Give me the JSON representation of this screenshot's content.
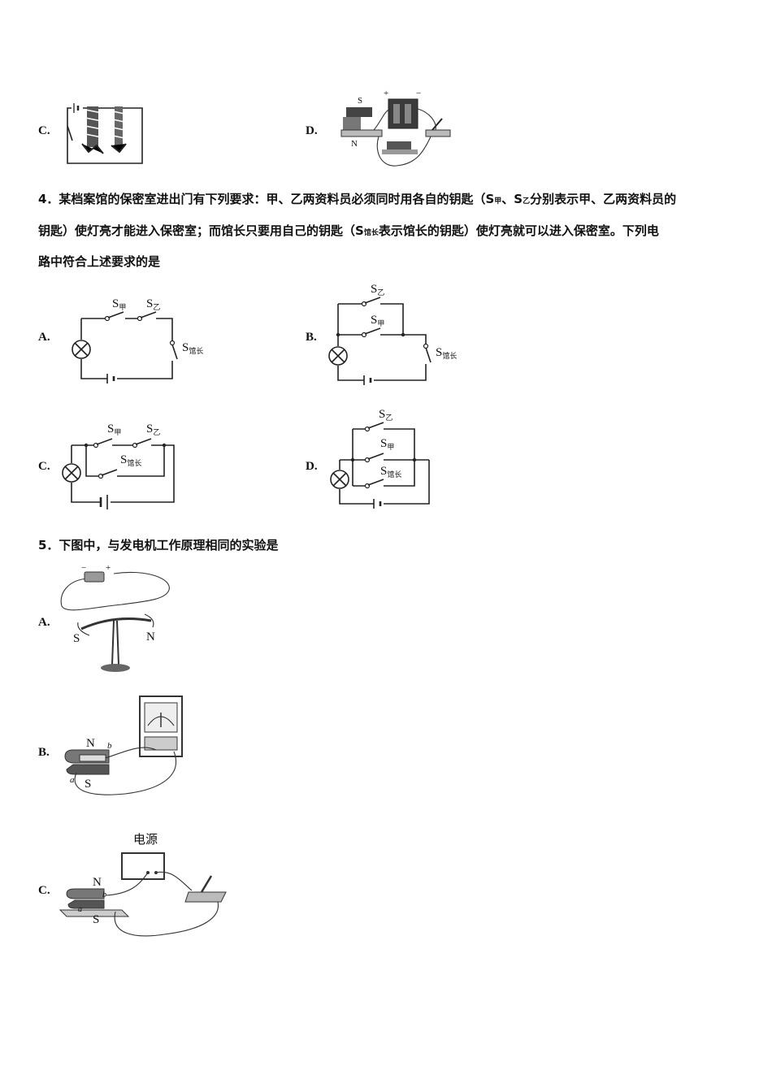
{
  "q3_options": {
    "c": "C.",
    "d": "D."
  },
  "q4": {
    "line1": "4．某档案馆的保密室进出门有下列要求：甲、乙两资料员必须同时用各自的钥匙（S",
    "sub_jia": "甲",
    "sep": "、S",
    "sub_yi": "乙",
    "line1_end": "分别表示甲、乙两资料员的",
    "line2_a": "钥匙）使灯亮才能进入保密室；而馆长只要用自己的钥匙（S",
    "sub_guan": "馆长",
    "line2_b": "表示馆长的钥匙）使灯亮就可以进入保密室。下列电",
    "line3": "路中符合上述要求的是",
    "options": {
      "a": "A.",
      "b": "B.",
      "c": "C.",
      "d": "D."
    },
    "switch_symbol": "S",
    "switch_subs": {
      "jia": "甲",
      "yi": "乙",
      "guanzhang": "馆长"
    }
  },
  "q5": {
    "question": "5．下图中，与发电机工作原理相同的实验是",
    "options": {
      "a": "A.",
      "b": "B.",
      "c": "C."
    },
    "fig_a": {
      "minus": "−",
      "plus": "+",
      "s": "S",
      "n": "N"
    },
    "fig_b": {
      "n": "N",
      "s": "S",
      "a": "a",
      "b": "b"
    },
    "fig_c": {
      "power": "电源",
      "n": "N",
      "s": "S",
      "a": "a",
      "b": "b"
    }
  },
  "q3_fig_d": {
    "s": "S",
    "n": "N",
    "plus": "+",
    "minus": "−"
  }
}
